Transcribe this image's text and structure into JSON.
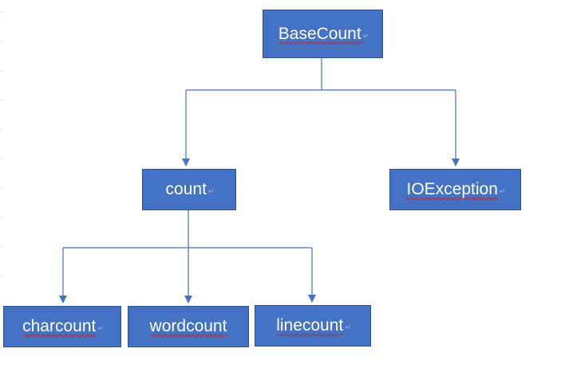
{
  "colors": {
    "box_fill": "#4472c4",
    "box_border": "#2f528f",
    "connector": "#4472c4",
    "text": "#ffffff"
  },
  "icons": {
    "paragraph_mark": "↵"
  },
  "nodes": {
    "basecount": "BaseCount",
    "count": "count",
    "ioexception": "IOException",
    "charcount": "charcount",
    "wordcount": "wordcount",
    "linecount": "linecount"
  }
}
